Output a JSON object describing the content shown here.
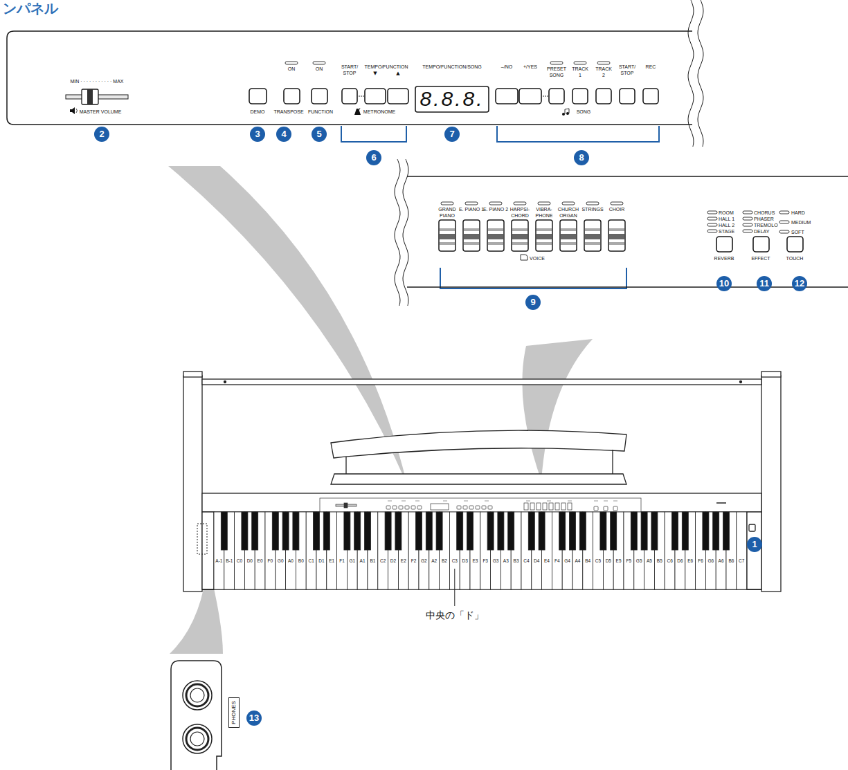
{
  "diagram": {
    "title": "ンパネル",
    "nodes": [
      {
        "text": [
          "PHONES"
        ]
      }
    ],
    "labels": [
      "MIN · · · · · · · · · · · MAX",
      "MASTER VOLUME",
      "2",
      "ON",
      "ON",
      "DEMO",
      "TRANSPOSE",
      "FUNCTION",
      "3",
      "4",
      "5",
      "START/ STOP",
      "TEMPO/FUNCTION",
      "▼",
      "▲",
      "METRONOME",
      "6",
      "TEMPO/FUNCTION/SONG",
      "8.8.8.",
      "7",
      "–/NO",
      "+/YES",
      "PRESET SONG",
      "TRACK 1",
      "TRACK 2",
      "START/ STOP",
      "REC",
      "SONG",
      "8",
      "GRAND PIANO",
      "E. PIANO 1",
      "E. PIANO 2",
      "HARPSI- CHORD",
      "VIBRA- PHONE",
      "CHURCH ORGAN",
      "STRINGS",
      "CHOIR",
      "VOICE",
      "9",
      "ROOM",
      "HALL 1",
      "HALL 2",
      "STAGE",
      "REVERB",
      "10",
      "CHORUS",
      "PHASER",
      "TREMOLO",
      "DELAY",
      "EFFECT",
      "11",
      "HARD",
      "MEDIUM",
      "SOFT",
      "TOUCH",
      "12",
      "A-1",
      "B-1",
      "C0",
      "D0",
      "E0",
      "F0",
      "G0",
      "A0",
      "B0",
      "C1",
      "D1",
      "E1",
      "F1",
      "G1",
      "A1",
      "B1",
      "C2",
      "D2",
      "E2",
      "F2",
      "G2",
      "A2",
      "B2",
      "C3",
      "D3",
      "E3",
      "F3",
      "G3",
      "A3",
      "B3",
      "C4",
      "D4",
      "E4",
      "F4",
      "G4",
      "A4",
      "B4",
      "C5",
      "D5",
      "E5",
      "F5",
      "G5",
      "A5",
      "B5",
      "C6",
      "D6",
      "E6",
      "F6",
      "G6",
      "A6",
      "B6",
      "C7",
      "中央の「ド」",
      "1",
      "13"
    ]
  }
}
